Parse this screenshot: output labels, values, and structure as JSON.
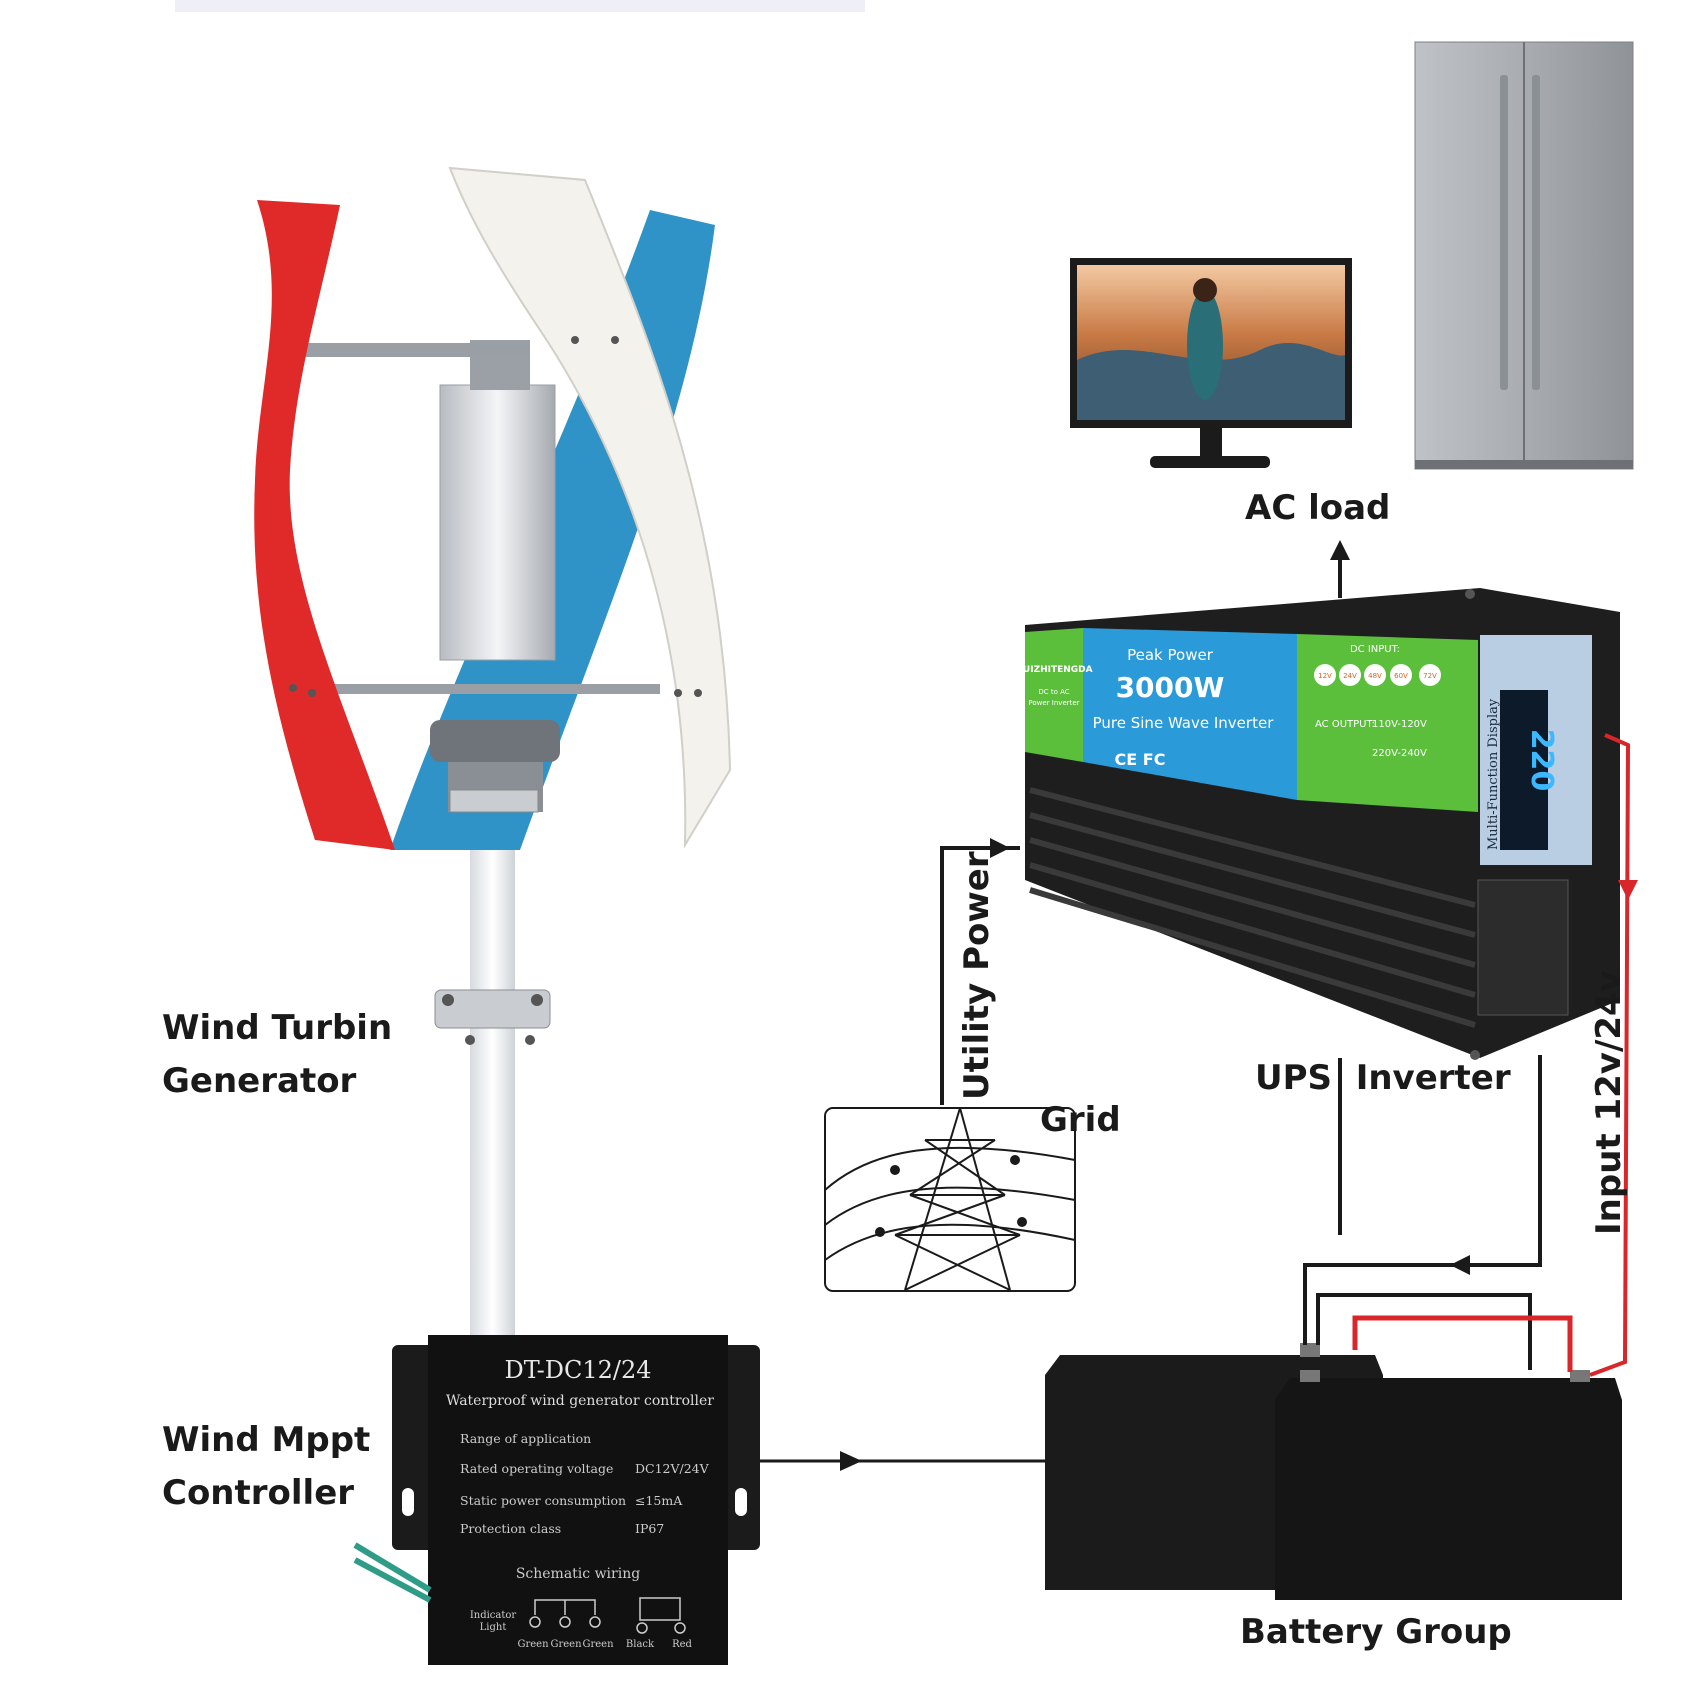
{
  "labels": {
    "wind_turbine_line1": "Wind Turbin",
    "wind_turbine_line2": "Generator",
    "wind_mppt_line1": "Wind Mppt",
    "wind_mppt_line2": "Controller",
    "ac_load": "AC load",
    "utility_power": "Utility Power",
    "grid": "Grid",
    "ups_inverter": "UPS  Inverter",
    "input_voltage": "Input 12v/24v",
    "battery_group": "Battery Group"
  },
  "controller": {
    "model": "DT-DC12/24",
    "subtitle": "Waterproof wind generator controller",
    "range_heading": "Range of application",
    "specs": [
      {
        "name": "Rated operating voltage",
        "value": "DC12V/24V"
      },
      {
        "name": "Static power consumption",
        "value": "≤15mA"
      },
      {
        "name": "Protection class",
        "value": "IP67"
      }
    ],
    "wiring_heading": "Schematic wiring",
    "indicator_line1": "Indicator",
    "indicator_line2": "Light",
    "terminals": [
      "Green",
      "Green",
      "Green",
      "Black",
      "Red"
    ]
  },
  "inverter": {
    "brand": "HUIZHITENGDA",
    "brand_sub1": "DC to AC",
    "brand_sub2": "Power Inverter",
    "peak_label": "Peak Power",
    "peak_value": "3000W",
    "type": "Pure Sine Wave Inverter",
    "cert": "CE FC",
    "dc_input_label": "DC INPUT:",
    "dc_input_options": [
      "12V",
      "24V",
      "48V",
      "60V",
      "72V"
    ],
    "ac_output_label": "AC OUTPUT:",
    "ac_output_options": [
      "110V-120V",
      "220V-240V"
    ],
    "display_label": "Multi-Function Display",
    "display_reading": "220"
  },
  "colors": {
    "inverter_green": "#5bbf3c",
    "inverter_blue": "#2a9ad8",
    "wire_red": "#d8262a",
    "blade_red": "#e02a2a",
    "blade_blue": "#2f93c8",
    "blade_white": "#f3f2ec",
    "dark_body": "#1e1e1e"
  },
  "icons": [
    "wind-turbine-icon",
    "monitor-icon",
    "refrigerator-icon",
    "transmission-tower-icon",
    "battery-icon",
    "inverter-icon",
    "controller-icon"
  ]
}
